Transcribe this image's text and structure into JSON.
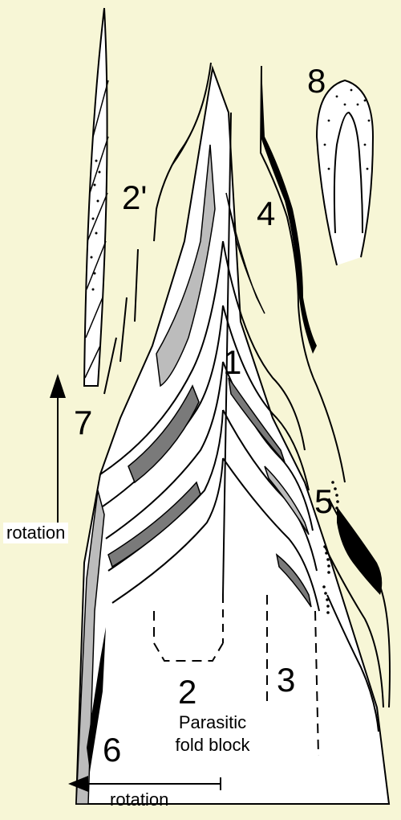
{
  "labels": {
    "l1": "1",
    "l2": "2",
    "l2p": "2'",
    "l3": "3",
    "l4": "4",
    "l5": "5",
    "l6": "6",
    "l7": "7",
    "l8": "8"
  },
  "caption_line1": "Parasitic",
  "caption_line2": "fold block",
  "rotation_vertical": "rotation",
  "rotation_horizontal": "rotation",
  "colors": {
    "background": "#f7f6d6",
    "white_layer": "#ffffff",
    "light_gray": "#bcbcbc",
    "dark_gray": "#7a7a7a",
    "black": "#000000"
  }
}
